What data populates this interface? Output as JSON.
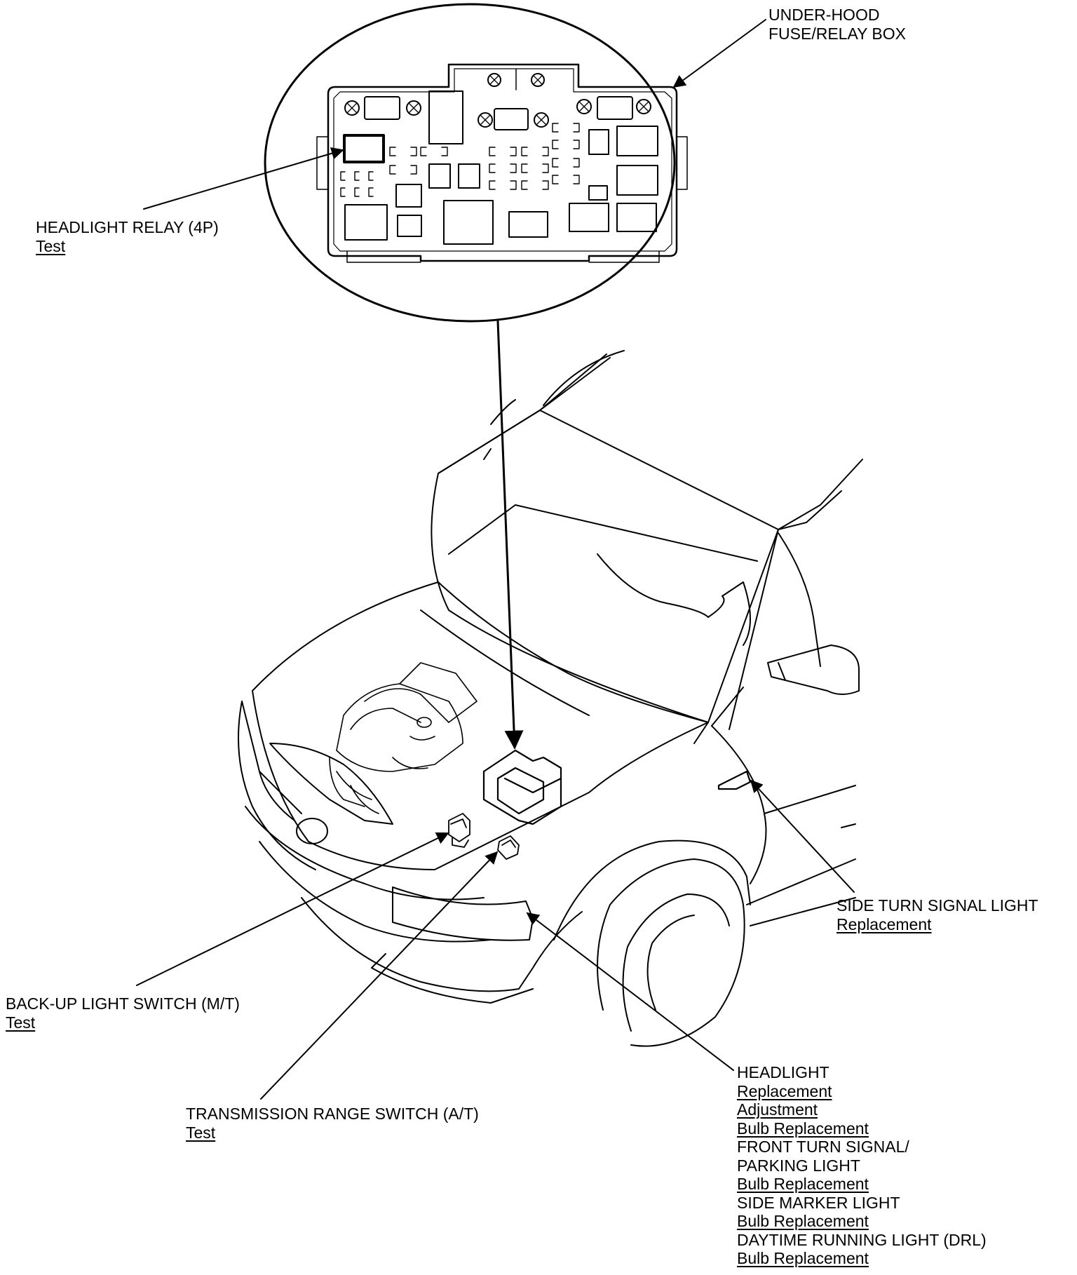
{
  "colors": {
    "ink": "#000000",
    "paper": "#ffffff"
  },
  "callouts": {
    "underhood_box": {
      "lines": [
        "UNDER-HOOD",
        "FUSE/RELAY BOX"
      ]
    },
    "headlight_relay": {
      "title": "HEADLIGHT RELAY (4P)",
      "links": [
        "Test"
      ]
    },
    "side_turn": {
      "title": "SIDE TURN SIGNAL LIGHT",
      "links": [
        "Replacement"
      ]
    },
    "backup_switch": {
      "title": "BACK-UP LIGHT SWITCH (M/T)",
      "links": [
        "Test"
      ]
    },
    "trans_range": {
      "title": "TRANSMISSION RANGE SWITCH (A/T)",
      "links": [
        "Test"
      ]
    },
    "headlight": {
      "groups": [
        {
          "title": "HEADLIGHT",
          "links": [
            "Replacement",
            "Adjustment",
            "Bulb Replacement"
          ]
        },
        {
          "title": "FRONT TURN SIGNAL/",
          "title2": "PARKING LIGHT",
          "links": [
            "Bulb Replacement"
          ]
        },
        {
          "title": "SIDE MARKER LIGHT",
          "links": [
            "Bulb Replacement"
          ]
        },
        {
          "title": "DAYTIME RUNNING LIGHT (DRL)",
          "links": [
            "Bulb Replacement"
          ]
        }
      ]
    }
  }
}
